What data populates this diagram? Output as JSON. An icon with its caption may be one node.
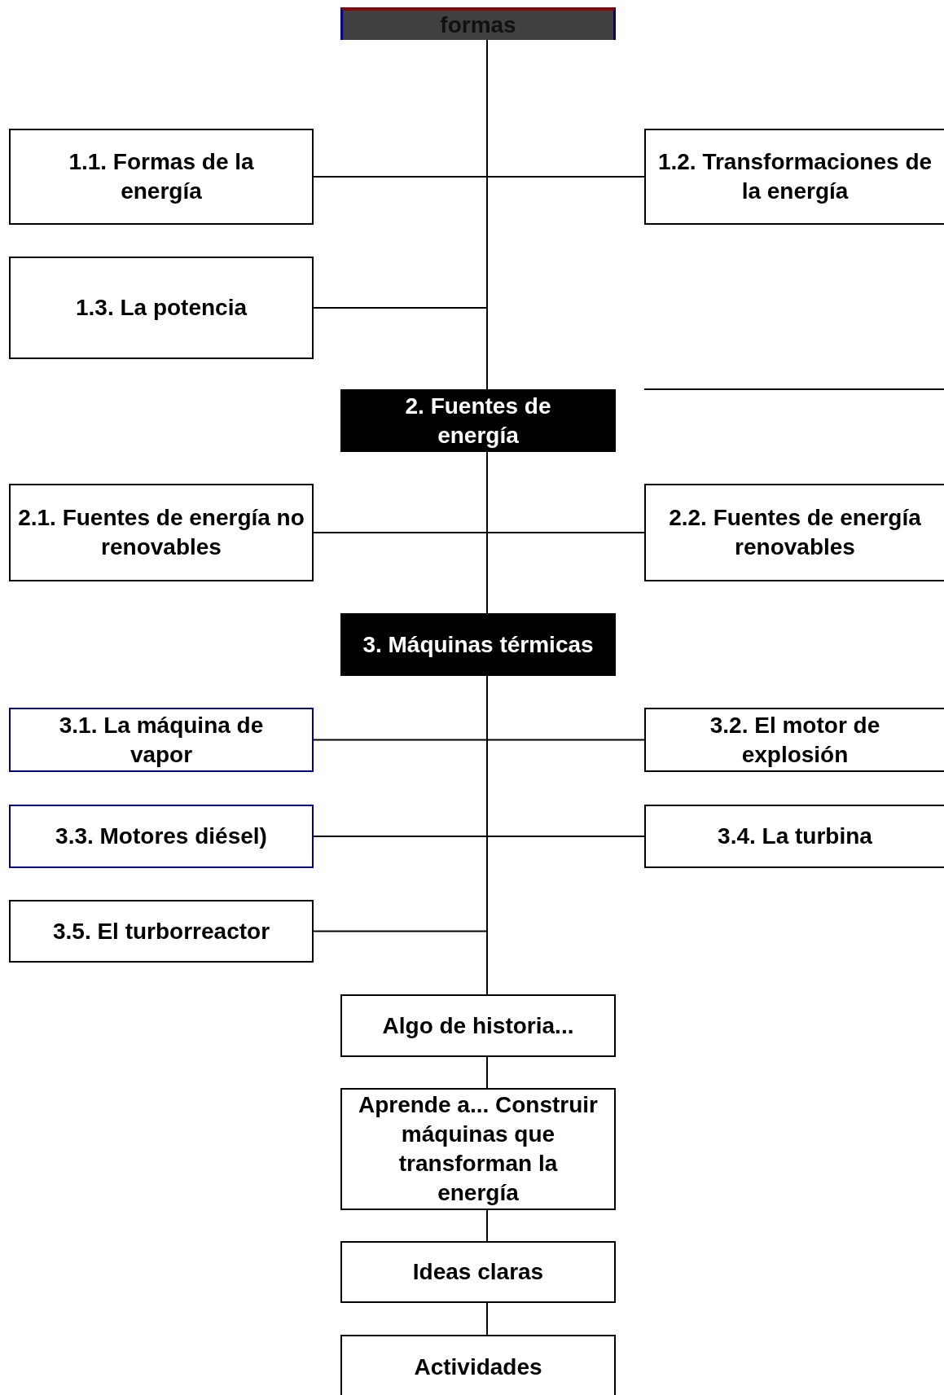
{
  "diagram": {
    "nodes": [
      {
        "text": [
          "formas"
        ]
      },
      {
        "text": [
          "1.1. Formas de la energía"
        ]
      },
      {
        "text": [
          "1.2. Transformaciones de la energía"
        ]
      },
      {
        "text": [
          "1.3. La potencia"
        ]
      },
      {
        "text": [
          "2. Fuentes de energía"
        ]
      },
      {
        "text": [
          "2.1. Fuentes de energía no renovables"
        ]
      },
      {
        "text": [
          "2.2. Fuentes de energía renovables"
        ]
      },
      {
        "text": [
          "3. Máquinas térmicas"
        ]
      },
      {
        "text": [
          "3.1. La máquina de vapor"
        ]
      },
      {
        "text": [
          "3.2. El motor de explosión"
        ]
      },
      {
        "text": [
          "3.3. Motores diésel)"
        ]
      },
      {
        "text": [
          "3.4. La turbina"
        ]
      },
      {
        "text": [
          "3.5. El turborreactor"
        ]
      },
      {
        "text": [
          "Algo de historia..."
        ]
      },
      {
        "text": [
          "Aprende a... Construir máquinas que transforman la energía"
        ]
      },
      {
        "text": [
          "Ideas claras"
        ]
      },
      {
        "text": [
          "Actividades"
        ]
      }
    ],
    "edges": [
      {
        "from": 0,
        "to": 1,
        "arrow": "none"
      },
      {
        "from": 0,
        "to": 2,
        "arrow": "none"
      },
      {
        "from": 0,
        "to": 3,
        "arrow": "none"
      },
      {
        "from": 0,
        "to": 4,
        "arrow": "none"
      },
      {
        "from": 4,
        "to": 5,
        "arrow": "none"
      },
      {
        "from": 4,
        "to": 6,
        "arrow": "none"
      },
      {
        "from": 4,
        "to": 7,
        "arrow": "none"
      },
      {
        "from": 7,
        "to": 8,
        "arrow": "none"
      },
      {
        "from": 7,
        "to": 9,
        "arrow": "none"
      },
      {
        "from": 7,
        "to": 10,
        "arrow": "none"
      },
      {
        "from": 7,
        "to": 11,
        "arrow": "none"
      },
      {
        "from": 7,
        "to": 12,
        "arrow": "none"
      },
      {
        "from": 7,
        "to": 13,
        "arrow": "none"
      },
      {
        "from": 13,
        "to": 14,
        "arrow": "none"
      },
      {
        "from": 14,
        "to": 15,
        "arrow": "none"
      },
      {
        "from": 15,
        "to": 16,
        "arrow": "none"
      }
    ]
  }
}
